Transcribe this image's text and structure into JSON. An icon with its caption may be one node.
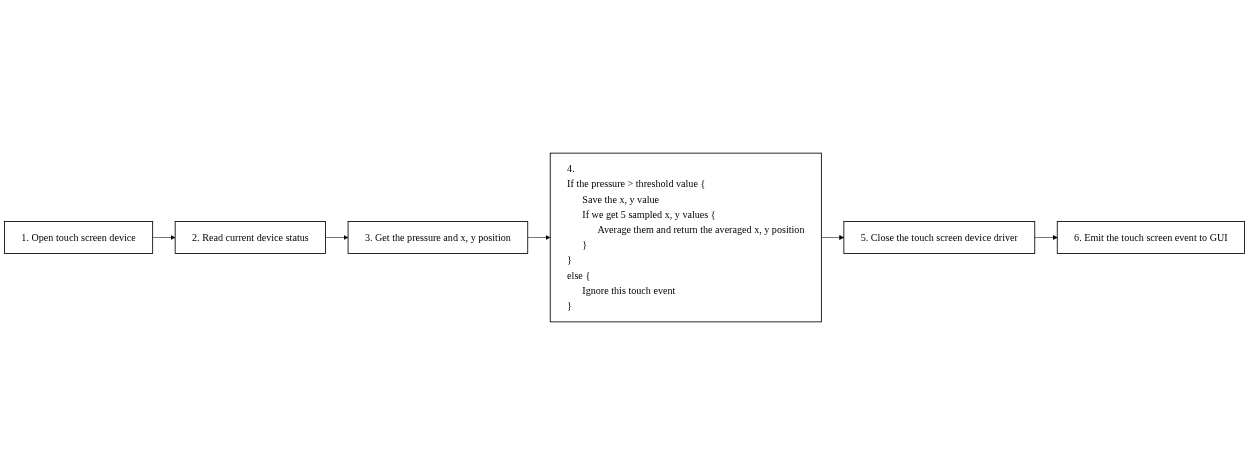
{
  "diagram": {
    "nodes": [
      {
        "text": [
          "1. Open touch screen device"
        ]
      },
      {
        "text": [
          "2. Read current device status"
        ]
      },
      {
        "text": [
          "3. Get the pressure and x, y position"
        ]
      },
      {
        "text": [
          "4.",
          "If the pressure > threshold value {",
          "Save the x, y value",
          "If we get 5 sampled x, y values {",
          "Average them and return the averaged x, y position",
          "}",
          "}",
          "else {",
          "Ignore this touch event",
          "}"
        ]
      },
      {
        "text": [
          "5. Close the touch screen device driver"
        ]
      },
      {
        "text": [
          "6. Emit the touch screen event to GUI"
        ]
      }
    ],
    "edges": [
      {
        "from": 0,
        "to": 1,
        "arrow": "to"
      },
      {
        "from": 1,
        "to": 2,
        "arrow": "to"
      },
      {
        "from": 2,
        "to": 3,
        "arrow": "to"
      },
      {
        "from": 3,
        "to": 4,
        "arrow": "to"
      },
      {
        "from": 4,
        "to": 5,
        "arrow": "to"
      }
    ]
  }
}
